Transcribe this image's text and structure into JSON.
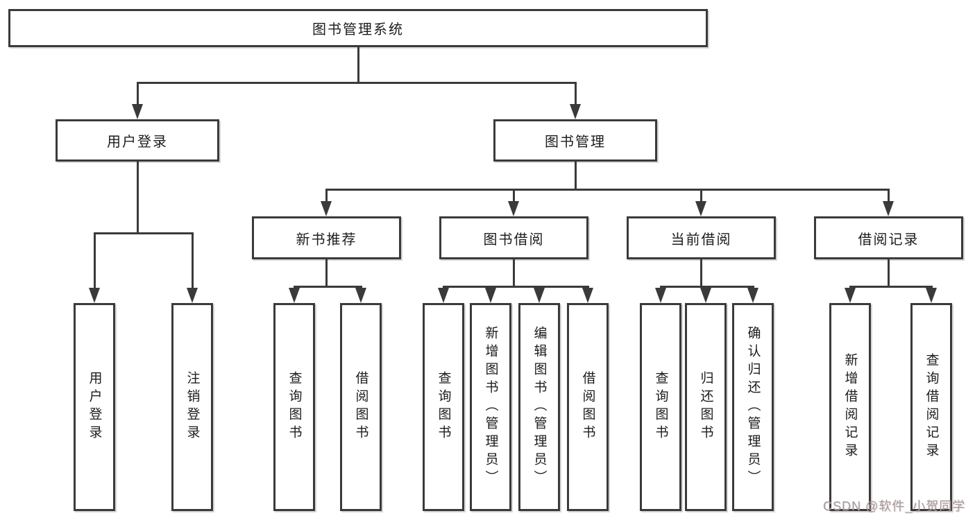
{
  "diagram": {
    "root": {
      "label": "图书管理系统"
    },
    "branches": [
      {
        "label": "用户登录",
        "children": [
          {
            "label": "用户登录"
          },
          {
            "label": "注销登录"
          }
        ]
      },
      {
        "label": "图书管理",
        "children": [
          {
            "label": "新书推荐",
            "children": [
              {
                "label": "查询图书"
              },
              {
                "label": "借阅图书"
              }
            ]
          },
          {
            "label": "图书借阅",
            "children": [
              {
                "label": "查询图书"
              },
              {
                "label": "新增图书（管理员）"
              },
              {
                "label": "编辑图书（管理员）"
              },
              {
                "label": "借阅图书"
              }
            ]
          },
          {
            "label": "当前借阅",
            "children": [
              {
                "label": "查询图书"
              },
              {
                "label": "归还图书"
              },
              {
                "label": "确认归还（管理员）"
              }
            ]
          },
          {
            "label": "借阅记录",
            "children": [
              {
                "label": "新增借阅记录"
              },
              {
                "label": "查询借阅记录"
              }
            ]
          }
        ]
      }
    ]
  },
  "watermark": {
    "text": "CSDN @软件_小贺同学"
  },
  "colors": {
    "line": "#3a3a3a",
    "text": "#1c1c1c",
    "bg": "#ffffff",
    "wm": "#a0a0a0"
  }
}
